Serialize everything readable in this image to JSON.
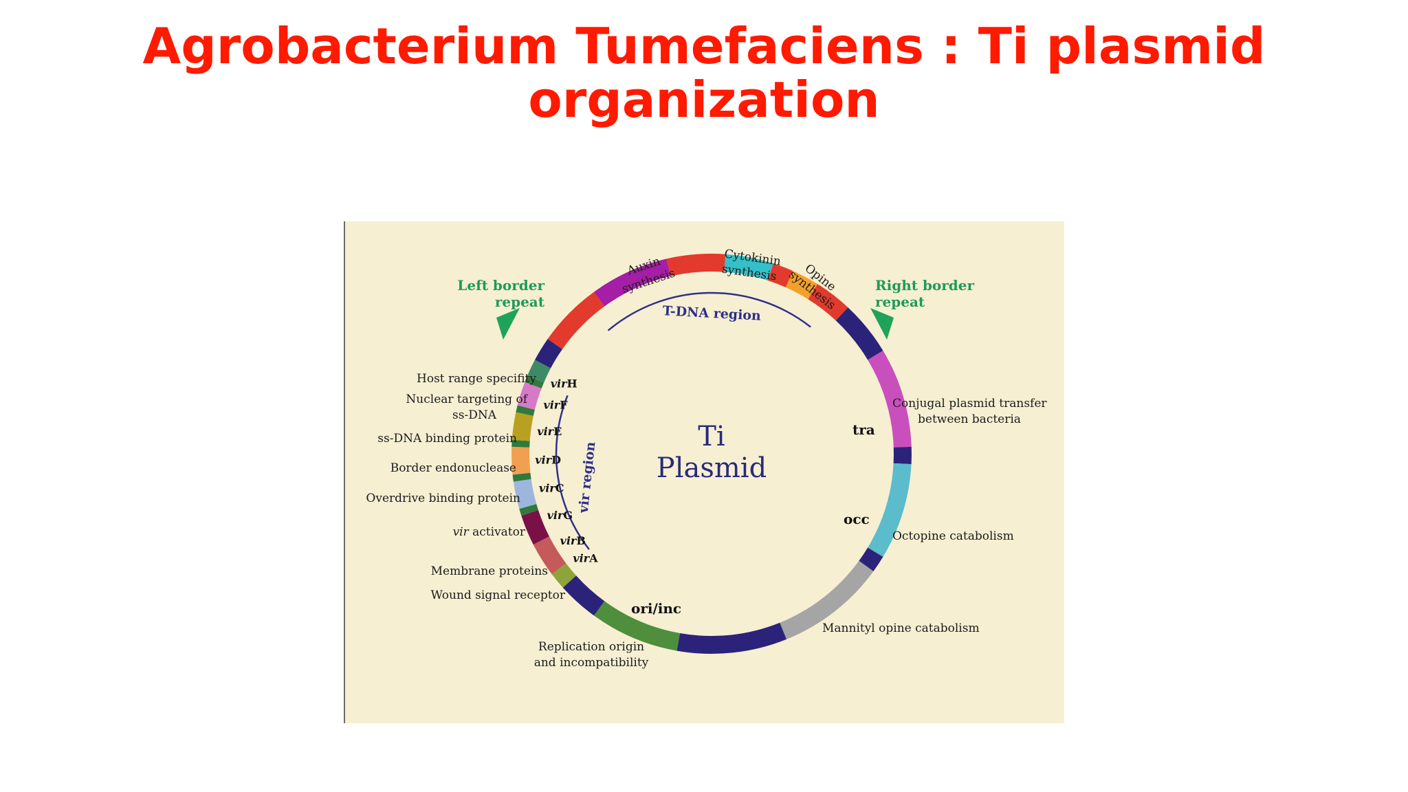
{
  "slide": {
    "title_line1": "Agrobacterium Tumefaciens : Ti plasmid",
    "title_line2": "organization"
  },
  "diagram": {
    "center_line1": "Ti",
    "center_line2": "Plasmid",
    "t_dna_region": "T-DNA region",
    "vir_region": "vir region",
    "left_border_line1": "Left border",
    "left_border_line2": "repeat",
    "right_border_line1": "Right border",
    "right_border_line2": "repeat",
    "auxin_line1": "Auxin",
    "auxin_line2": "synthesis",
    "cytokinin_line1": "Cytokinin",
    "cytokinin_line2": "synthesis",
    "opine_line1": "Opine",
    "opine_line2": "synthesis",
    "tra": "tra",
    "conjugal_line1": "Conjugal plasmid transfer",
    "conjugal_line2": "between bacteria",
    "occ": "occ",
    "octopine": "Octopine catabolism",
    "mannityl": "Mannityl opine catabolism",
    "ori_inc": "ori/inc",
    "replication_line1": "Replication origin",
    "replication_line2": "and incompatibility",
    "host_range": "Host range specifity",
    "nuclear_line1": "Nuclear targeting of",
    "nuclear_line2": "ss-DNA",
    "ssdna_binding": "ss-DNA binding protein",
    "border_endo": "Border endonuclease",
    "overdrive": "Overdrive binding protein",
    "vir_activator_italic": "vir",
    "vir_activator_rest": " activator",
    "membrane": "Membrane proteins",
    "wound": "Wound signal receptor",
    "genes": [
      {
        "prefix": "vir",
        "suffix": "H"
      },
      {
        "prefix": "vir",
        "suffix": "F"
      },
      {
        "prefix": "vir",
        "suffix": "E"
      },
      {
        "prefix": "vir",
        "suffix": "D"
      },
      {
        "prefix": "vir",
        "suffix": "C"
      },
      {
        "prefix": "vir",
        "suffix": "G"
      },
      {
        "prefix": "vir",
        "suffix": "B"
      },
      {
        "prefix": "vir",
        "suffix": "A"
      }
    ]
  },
  "colors": {
    "title": "#ff1a00",
    "panel_background": "#f6efd2",
    "ring_navy": "#2b237a",
    "ring_red": "#e23a2c",
    "ring_purple": "#a41ea6",
    "ring_cyan": "#35bfc9",
    "ring_orange": "#f4a02a",
    "ring_magenta": "#c94fbc",
    "ring_teal": "#5bbccc",
    "ring_gray": "#a5a5a5",
    "ring_green": "#4e8e3c",
    "border_triangle": "#1fa35a"
  }
}
